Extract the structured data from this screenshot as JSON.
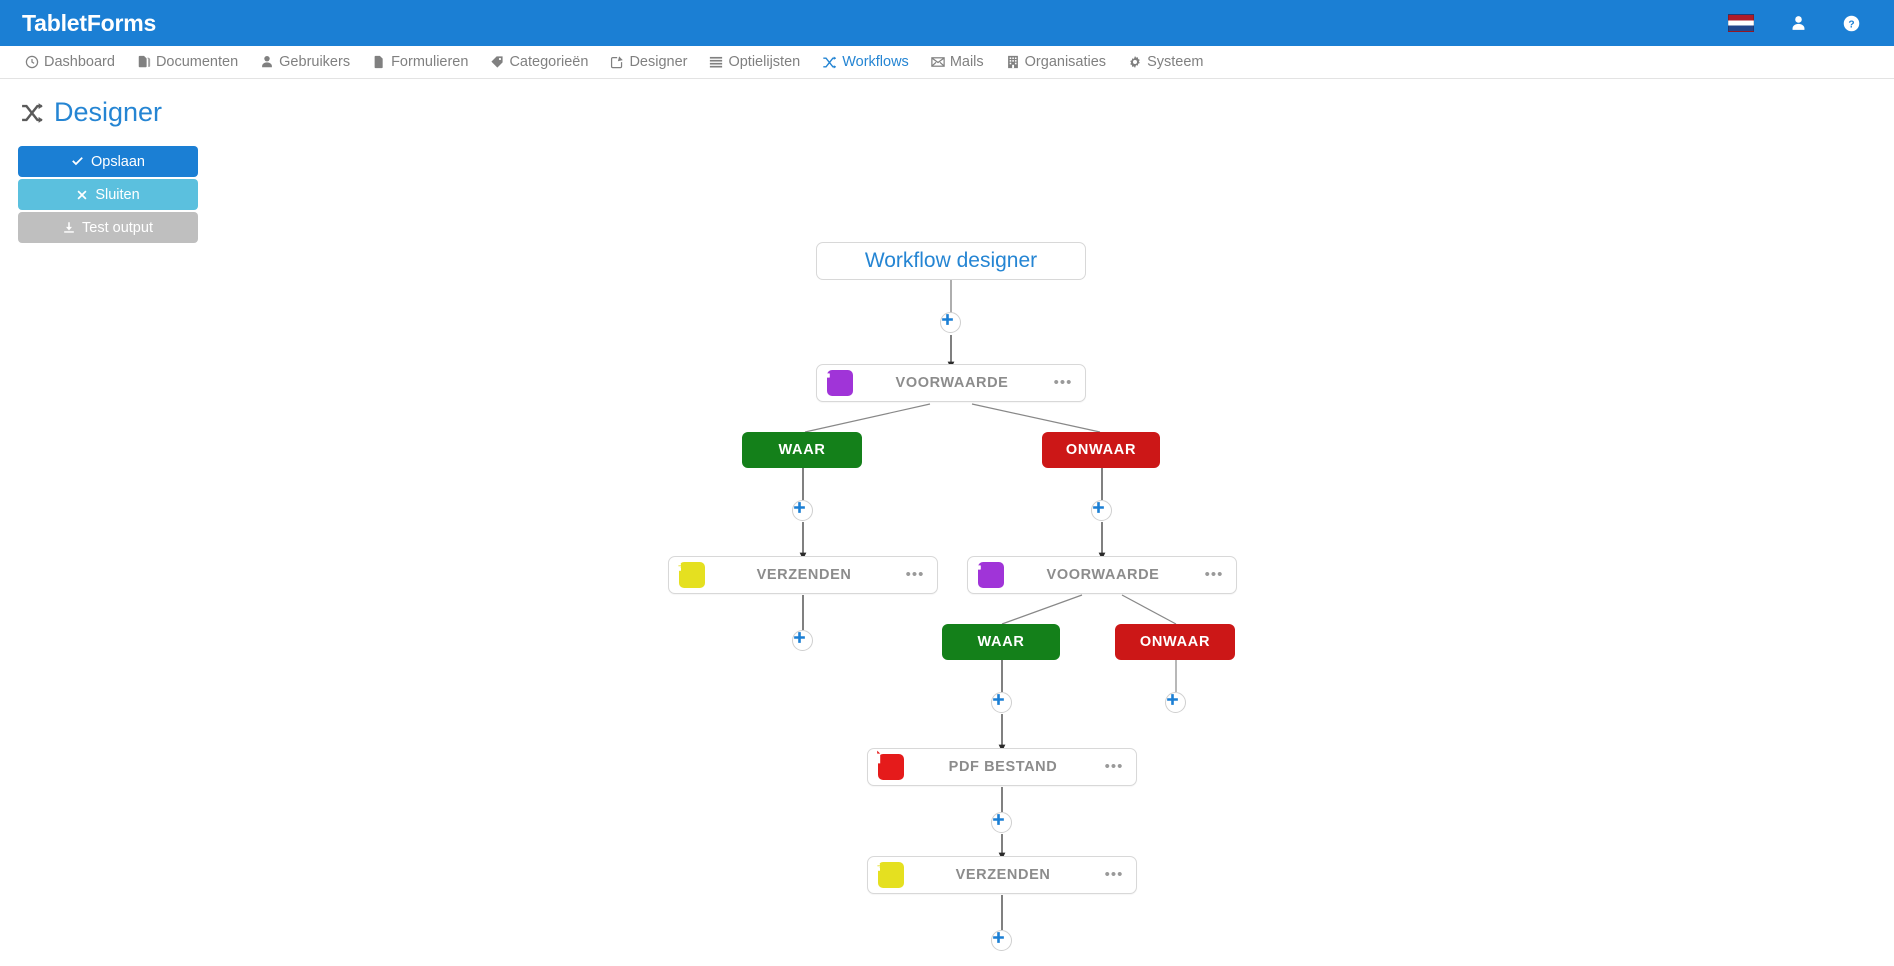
{
  "app": {
    "brand": "TabletForms",
    "flag_icon": "netherlands-flag-icon",
    "user_icon": "user-icon",
    "help_icon": "help-icon"
  },
  "nav": {
    "items": [
      {
        "label": "Dashboard",
        "icon": "clock-icon",
        "active": false
      },
      {
        "label": "Documenten",
        "icon": "documents-icon",
        "active": false
      },
      {
        "label": "Gebruikers",
        "icon": "user-icon",
        "active": false
      },
      {
        "label": "Formulieren",
        "icon": "file-icon",
        "active": false
      },
      {
        "label": "Categorieën",
        "icon": "tag-icon",
        "active": false
      },
      {
        "label": "Designer",
        "icon": "edit-square-icon",
        "active": false
      },
      {
        "label": "Optielijsten",
        "icon": "list-icon",
        "active": false
      },
      {
        "label": "Workflows",
        "icon": "shuffle-icon",
        "active": true
      },
      {
        "label": "Mails",
        "icon": "envelope-icon",
        "active": false
      },
      {
        "label": "Organisaties",
        "icon": "building-icon",
        "active": false
      },
      {
        "label": "Systeem",
        "icon": "gear-icon",
        "active": false
      }
    ]
  },
  "page": {
    "title": "Designer",
    "title_icon": "shuffle-icon"
  },
  "actions": [
    {
      "label": "Opslaan",
      "icon": "check-icon",
      "style": "primary",
      "disabled": false
    },
    {
      "label": "Sluiten",
      "icon": "close-icon",
      "style": "info",
      "disabled": false
    },
    {
      "label": "Test output",
      "icon": "download-icon",
      "style": "disabled",
      "disabled": true
    }
  ],
  "workflow": {
    "root_label": "Workflow designer",
    "nodes": [
      {
        "id": "n1",
        "label": "VOORWAARDE",
        "icon": "condition-icon",
        "icon_color": "#a034d8",
        "menu": "•••"
      },
      {
        "id": "n2",
        "label": "VERZENDEN",
        "icon": "send-icon",
        "icon_color": "#e5e020",
        "menu": "•••"
      },
      {
        "id": "n3",
        "label": "VOORWAARDE",
        "icon": "condition-icon",
        "icon_color": "#a034d8",
        "menu": "•••"
      },
      {
        "id": "n4",
        "label": "PDF BESTAND",
        "icon": "pdf-file-icon",
        "icon_color": "#e51b1b",
        "menu": "•••"
      },
      {
        "id": "n5",
        "label": "VERZENDEN",
        "icon": "send-icon",
        "icon_color": "#e5e020",
        "menu": "•••"
      }
    ],
    "branches": [
      {
        "id": "b1",
        "label": "WAAR",
        "type": "true"
      },
      {
        "id": "b2",
        "label": "ONWAAR",
        "type": "false"
      },
      {
        "id": "b3",
        "label": "WAAR",
        "type": "true"
      },
      {
        "id": "b4",
        "label": "ONWAAR",
        "type": "false"
      }
    ],
    "add_buttons": [
      {
        "id": "p1"
      },
      {
        "id": "p2"
      },
      {
        "id": "p3"
      },
      {
        "id": "p4"
      },
      {
        "id": "p5"
      },
      {
        "id": "p6"
      },
      {
        "id": "p7"
      }
    ],
    "add_icon": "plus-icon"
  },
  "colors": {
    "brand_blue": "#1b7fd4",
    "link_blue": "#2585d3",
    "true_green": "#14801a",
    "false_red": "#cc1717",
    "condition_purple": "#a034d8",
    "send_yellow": "#e5e020",
    "pdf_red": "#e51b1b"
  }
}
